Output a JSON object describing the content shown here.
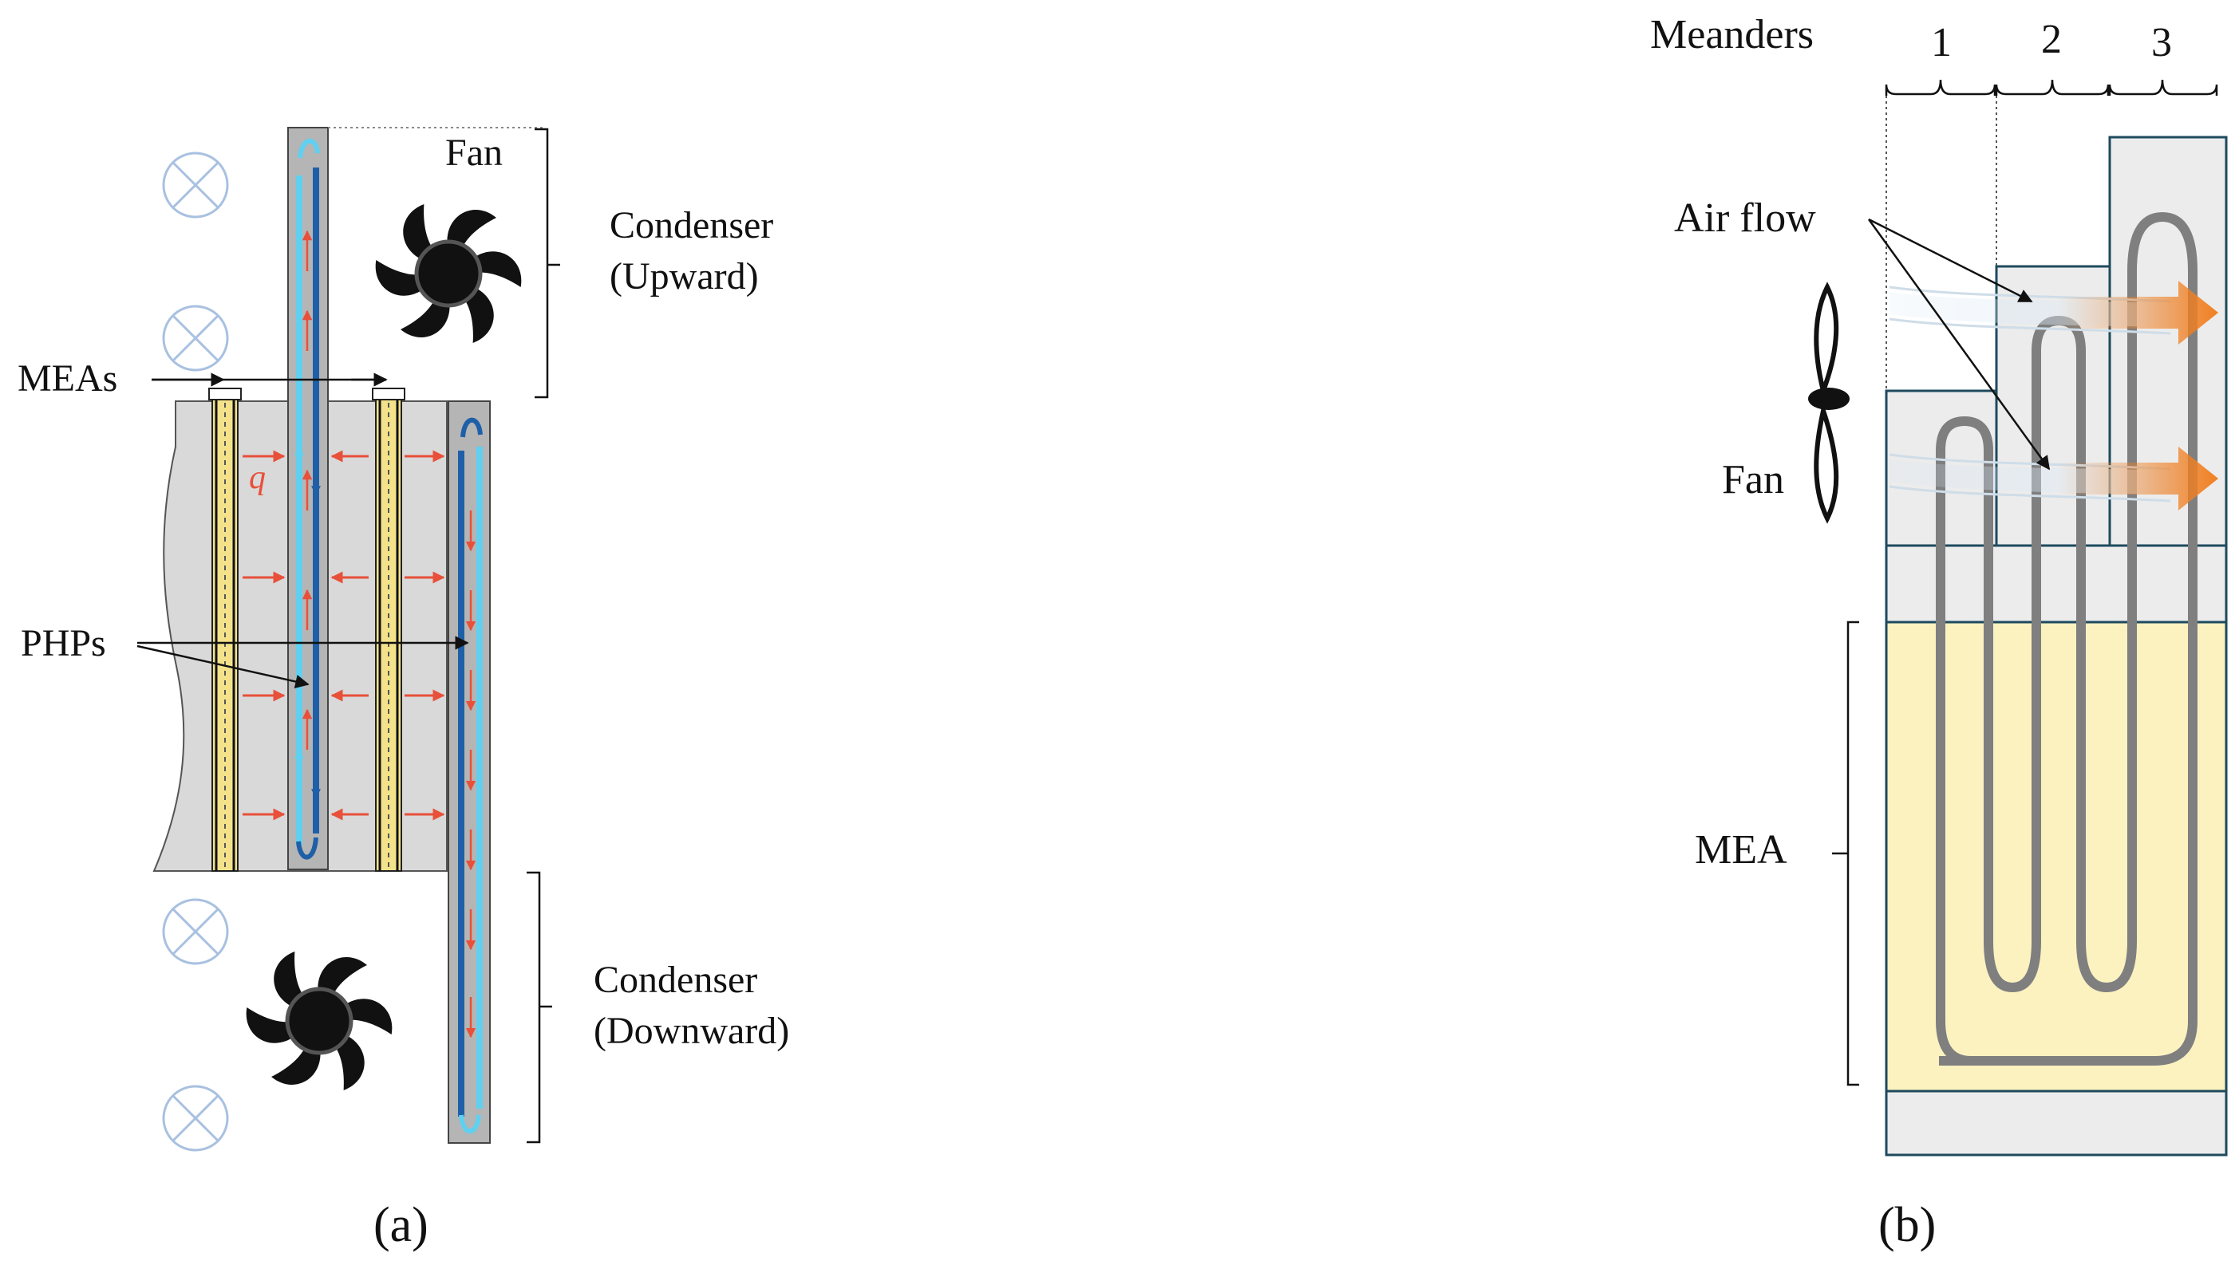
{
  "panel_a": {
    "caption": "(a)",
    "labels": {
      "fan": "Fan",
      "condenser_upward_1": "Condenser",
      "condenser_upward_2": "(Upward)",
      "condenser_downward_1": "Condenser",
      "condenser_downward_2": "(Downward)",
      "meas": "MEAs",
      "phps": "PHPs",
      "heat_flux": "q"
    }
  },
  "panel_b": {
    "caption": "(b)",
    "labels": {
      "meanders": "Meanders",
      "meander_1": "1",
      "meander_2": "2",
      "meander_3": "3",
      "air_flow": "Air flow",
      "fan": "Fan",
      "mea": "MEA"
    }
  },
  "colors": {
    "heat_arrow": "#e8503a",
    "pipe_dark_blue": "#1f5fa8",
    "pipe_light_blue": "#5fd0f0",
    "plate_gray": "#d9d9d9",
    "mea_yellow": "#fbf2c0",
    "air_orange": "#f07f22",
    "fan_black": "#111111",
    "cross_circle": "#a9c1e0"
  }
}
